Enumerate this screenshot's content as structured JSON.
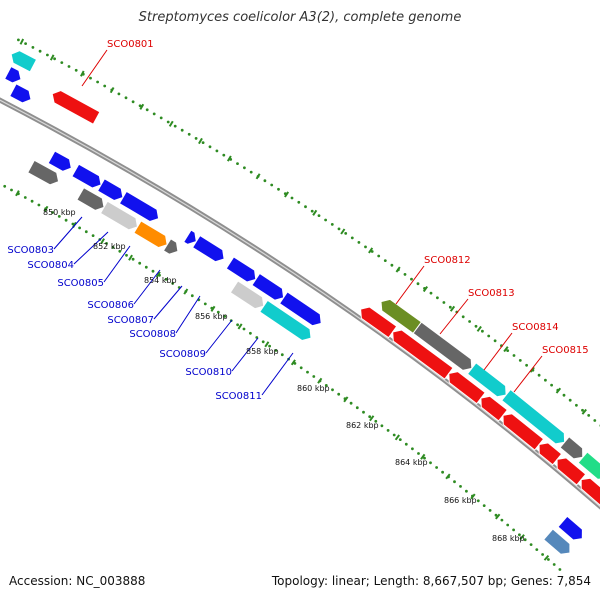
{
  "title": "Streptomyces coelicolor A3(2), complete genome",
  "footer": {
    "accession": "Accession: NC_003888",
    "summary": "Topology: linear; Length: 8,667,507 bp; Genes: 7,854"
  },
  "colors": {
    "backbone": "#8f8f8f",
    "tick": "#2e8b22",
    "label_forward": "#0000cc",
    "label_reverse": "#dd0000",
    "red": "#ee1111",
    "blue": "#1111ee",
    "gray": "#666666",
    "lightgray": "#cccccc",
    "orange": "#ff8c00",
    "cyan": "#11cccc",
    "olive": "#6b8e23",
    "green": "#22dd88",
    "steel": "#5588bb"
  },
  "ticks": [
    "850 kbp",
    "852 kbp",
    "854 kbp",
    "856 kbp",
    "858 kbp",
    "860 kbp",
    "862 kbp",
    "864 kbp",
    "866 kbp",
    "868 kbp"
  ],
  "gene_labels": {
    "forward": [
      "SCO0803",
      "SCO0804",
      "SCO0805",
      "SCO0806",
      "SCO0807",
      "SCO0808",
      "SCO0809",
      "SCO0810",
      "SCO0811"
    ],
    "reverse": [
      "SCO0801",
      "SCO0812",
      "SCO0813",
      "SCO0814",
      "SCO0815"
    ]
  }
}
